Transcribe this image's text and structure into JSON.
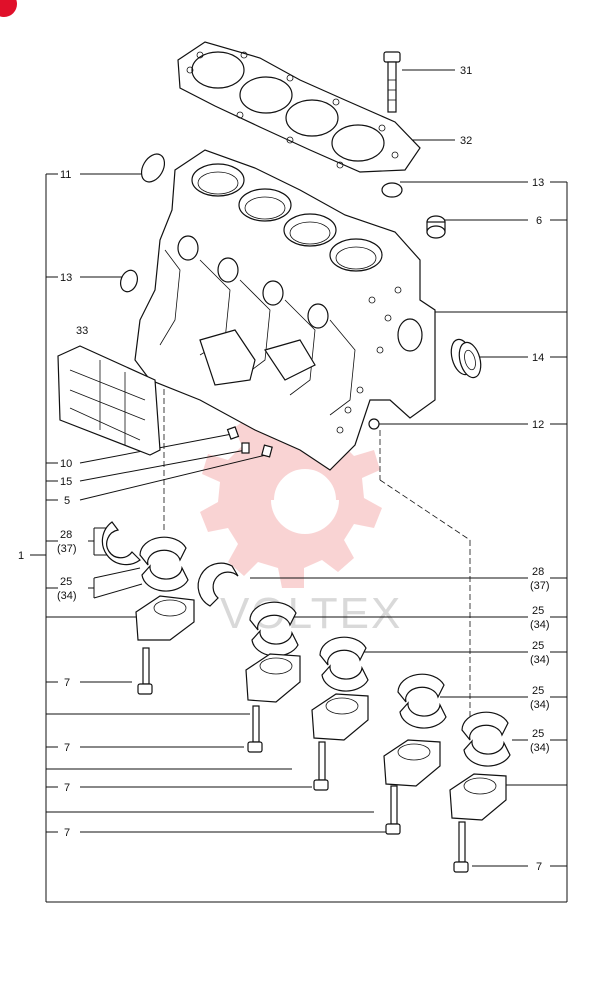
{
  "labels": {
    "l1": "1",
    "l5": "5",
    "l6": "6",
    "l7": "7",
    "l10": "10",
    "l11": "11",
    "l12": "12",
    "l13": "13",
    "l14": "14",
    "l15": "15",
    "l25": "25",
    "l28": "28",
    "l31": "31",
    "l32": "32",
    "l33": "33",
    "p34": "(34)",
    "p37": "(37)"
  },
  "watermark": {
    "text": "VOLTEX",
    "color": "#f2a0a0"
  },
  "colors": {
    "line": "#111111",
    "badge": "#e0102a"
  }
}
